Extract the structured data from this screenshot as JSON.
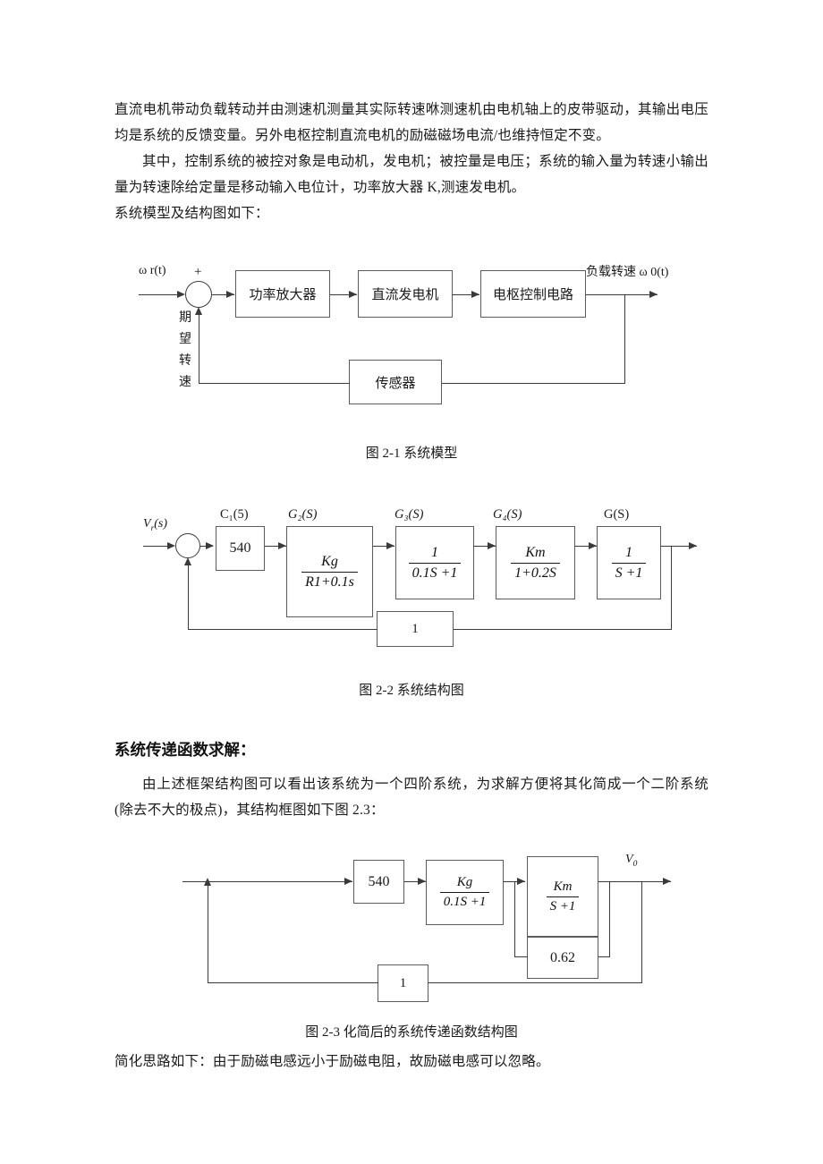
{
  "document": {
    "paragraphs": [
      {
        "id": "p1",
        "text": "直流电机带动负载转动并由测速机测量其实际转速咻测速机由电机轴上的皮带驱动，其输出电压均是系统的反馈变量。另外电枢控制直流电机的励磁磁场电流/也维持恒定不变。"
      },
      {
        "id": "p2",
        "text": "其中，控制系统的被控对象是电动机，发电机；被控量是电压；系统的输入量为转速小输出量为转速除给定量是移动输入电位计，功率放大器 K,测速发电机。"
      },
      {
        "id": "p3",
        "text": "系统模型及结构图如下："
      }
    ],
    "section_heading": "系统传递函数求解：",
    "paragraph_simplify": "由上述框架结构图可以看出该系统为一个四阶系统，为求解方便将其化简成一个二阶系统(除去不大的极点)，其结构框图如下图 2.3：",
    "closing_note": "简化思路如下：由于励磁电感远小于励磁电阻，故励磁电感可以忽略。",
    "captions": {
      "fig1": "图 2-1 系统模型",
      "fig2": "图 2-2 系统结构图",
      "fig3": "图 2-3 化简后的系统传递函数结构图"
    }
  },
  "figure1": {
    "input_label": "ω r(t)",
    "sum_sign": "+",
    "vertical_label": "期望转速",
    "output_label": "负载转速 ω 0(t)",
    "blocks": [
      {
        "label": "功率放大器"
      },
      {
        "label": "直流发电机"
      },
      {
        "label": "电枢控制电路"
      }
    ],
    "feedback_block": "传感器"
  },
  "figure2": {
    "input_label": "V",
    "input_sub": "r",
    "input_tail": "(s)",
    "top_labels": [
      "C₁(5)",
      "G₂(S)",
      "G₃(S)",
      "G₄(S)",
      "G(S)"
    ],
    "blocks": [
      {
        "name": "gain-540",
        "type": "plain",
        "text": "540"
      },
      {
        "name": "g2",
        "type": "fraction",
        "numerator": "Kg",
        "denominator": "R1+0.1s"
      },
      {
        "name": "g3",
        "type": "fraction",
        "numerator": "1",
        "denominator": "0.1S +1"
      },
      {
        "name": "g4",
        "type": "fraction",
        "numerator": "Km",
        "denominator": "1+0.2S"
      },
      {
        "name": "g",
        "type": "fraction",
        "numerator": "1",
        "denominator": "S +1"
      }
    ],
    "feedback_block": "1"
  },
  "figure3": {
    "output_label": "V",
    "output_sub": "0",
    "blocks": [
      {
        "name": "gain-540",
        "type": "plain",
        "text": "540"
      },
      {
        "name": "kg-block",
        "type": "fraction",
        "numerator": "Kg",
        "denominator": "0.1S +1"
      },
      {
        "name": "km-block",
        "type": "fraction",
        "numerator": "Km",
        "denominator": "S +1"
      },
      {
        "name": "inner-feedback",
        "type": "plain",
        "text": "0.62"
      }
    ],
    "feedback_block": "1"
  },
  "colors": {
    "text": "#1a1a1a",
    "line": "#3a3a3a",
    "block_border": "#5b5b5b",
    "page_bg": "#ffffff"
  }
}
